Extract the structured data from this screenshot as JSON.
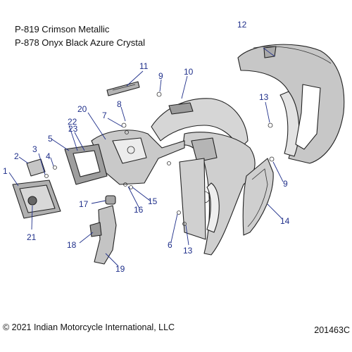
{
  "header": {
    "line1": "P-819 Crimson Metallic",
    "line2": "P-878 Onyx Black Azure Crystal"
  },
  "footer": {
    "copyright": "© 2021 Indian Motorcycle International, LLC",
    "figure_id": "201463C"
  },
  "callouts": {
    "c1": "1",
    "c2": "2",
    "c3": "3",
    "c4": "4",
    "c5": "5",
    "c6": "6",
    "c7": "7",
    "c8": "8",
    "c9a": "9",
    "c9b": "9",
    "c10": "10",
    "c11": "11",
    "c12": "12",
    "c13a": "13",
    "c13b": "13",
    "c14": "14",
    "c15": "15",
    "c16": "16",
    "c17": "17",
    "c18": "18",
    "c19": "19",
    "c20": "20",
    "c21": "21",
    "c22": "22",
    "c23": "23"
  },
  "colors": {
    "callout": "#1f2f8a",
    "part_fill_light": "#d9d9d9",
    "part_fill_mid": "#bdbdbd",
    "part_fill_dark": "#8c8c8c"
  }
}
